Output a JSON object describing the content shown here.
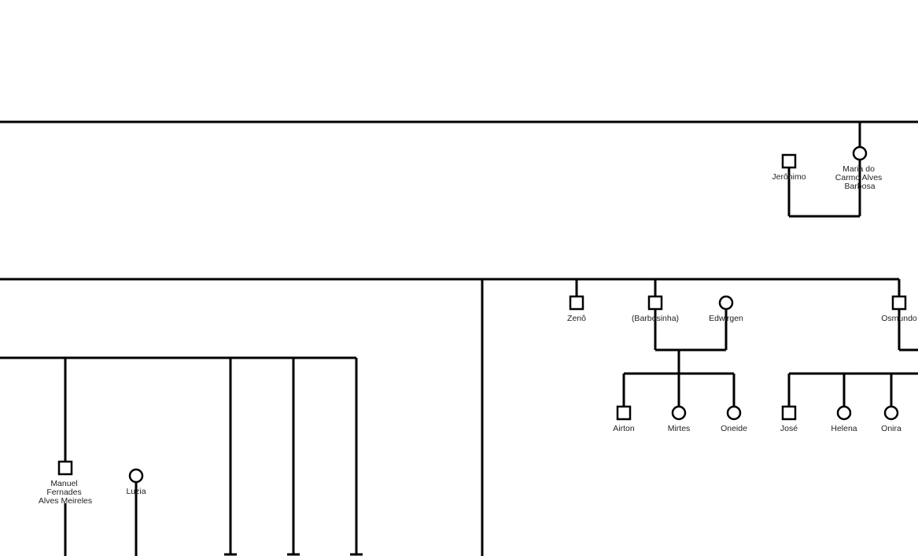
{
  "people": {
    "jeronimo": {
      "name": [
        "Jerônimo"
      ],
      "sex": "male"
    },
    "maria": {
      "name": [
        "Maria do",
        "Carmo Alves",
        "Barbosa"
      ],
      "sex": "female"
    },
    "zeno": {
      "name": [
        "Zenô"
      ],
      "sex": "male"
    },
    "barbosinha": {
      "name": [
        "(Barbosinha)"
      ],
      "sex": "male"
    },
    "edwirgen": {
      "name": [
        "Edwirgen"
      ],
      "sex": "female"
    },
    "osmundo": {
      "name": [
        "Osmundo"
      ],
      "sex": "male"
    },
    "airton": {
      "name": [
        "Airton"
      ],
      "sex": "male"
    },
    "mirtes": {
      "name": [
        "Mirtes"
      ],
      "sex": "female"
    },
    "oneide": {
      "name": [
        "Oneide"
      ],
      "sex": "female"
    },
    "jose": {
      "name": [
        "José"
      ],
      "sex": "male"
    },
    "helena": {
      "name": [
        "Helena"
      ],
      "sex": "female"
    },
    "onira": {
      "name": [
        "Onira"
      ],
      "sex": "female"
    },
    "manuel": {
      "name": [
        "Manuel",
        "Fernades",
        "Alves Meireles"
      ],
      "sex": "male"
    },
    "luzia": {
      "name": [
        "Luzia"
      ],
      "sex": "female"
    }
  },
  "colors": {
    "line": "#000000",
    "node_fill": "#ffffff",
    "text": "#222222"
  }
}
